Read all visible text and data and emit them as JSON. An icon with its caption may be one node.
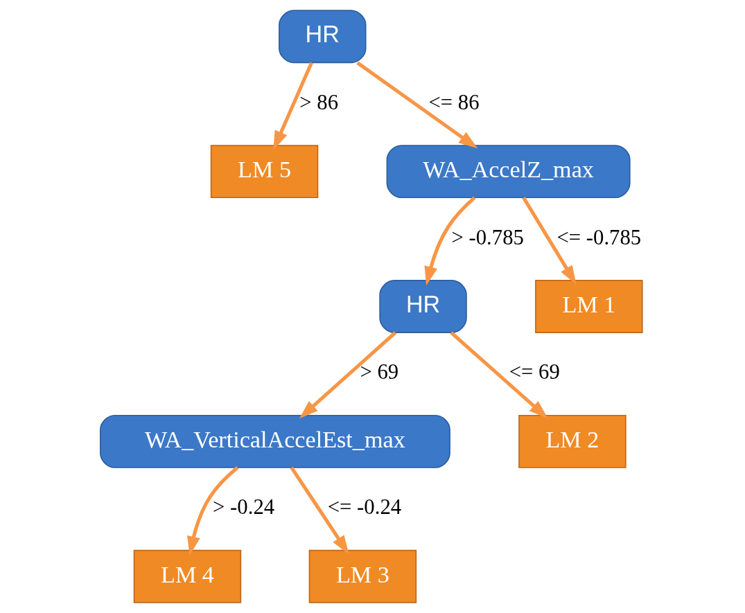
{
  "diagram": {
    "nodes": [
      {
        "text": [
          "HR"
        ]
      },
      {
        "text": [
          "LM 5"
        ]
      },
      {
        "text": [
          "WA_AccelZ_max"
        ]
      },
      {
        "text": [
          "HR"
        ]
      },
      {
        "text": [
          "LM 1"
        ]
      },
      {
        "text": [
          "WA_VerticalAccelEst_max"
        ]
      },
      {
        "text": [
          "LM 2"
        ]
      },
      {
        "text": [
          "LM 4"
        ]
      },
      {
        "text": [
          "LM 3"
        ]
      }
    ],
    "edges": [
      {
        "from": 0,
        "to": 1,
        "arrow": "to",
        "label": "> 86"
      },
      {
        "from": 0,
        "to": 2,
        "arrow": "to",
        "label": "<= 86"
      },
      {
        "from": 2,
        "to": 3,
        "arrow": "to",
        "label": "> -0.785"
      },
      {
        "from": 2,
        "to": 4,
        "arrow": "to",
        "label": "<= -0.785"
      },
      {
        "from": 3,
        "to": 5,
        "arrow": "to",
        "label": "> 69"
      },
      {
        "from": 3,
        "to": 6,
        "arrow": "to",
        "label": "<= 69"
      },
      {
        "from": 5,
        "to": 7,
        "arrow": "to",
        "label": "> -0.24"
      },
      {
        "from": 5,
        "to": 8,
        "arrow": "to",
        "label": "<= -0.24"
      }
    ]
  }
}
